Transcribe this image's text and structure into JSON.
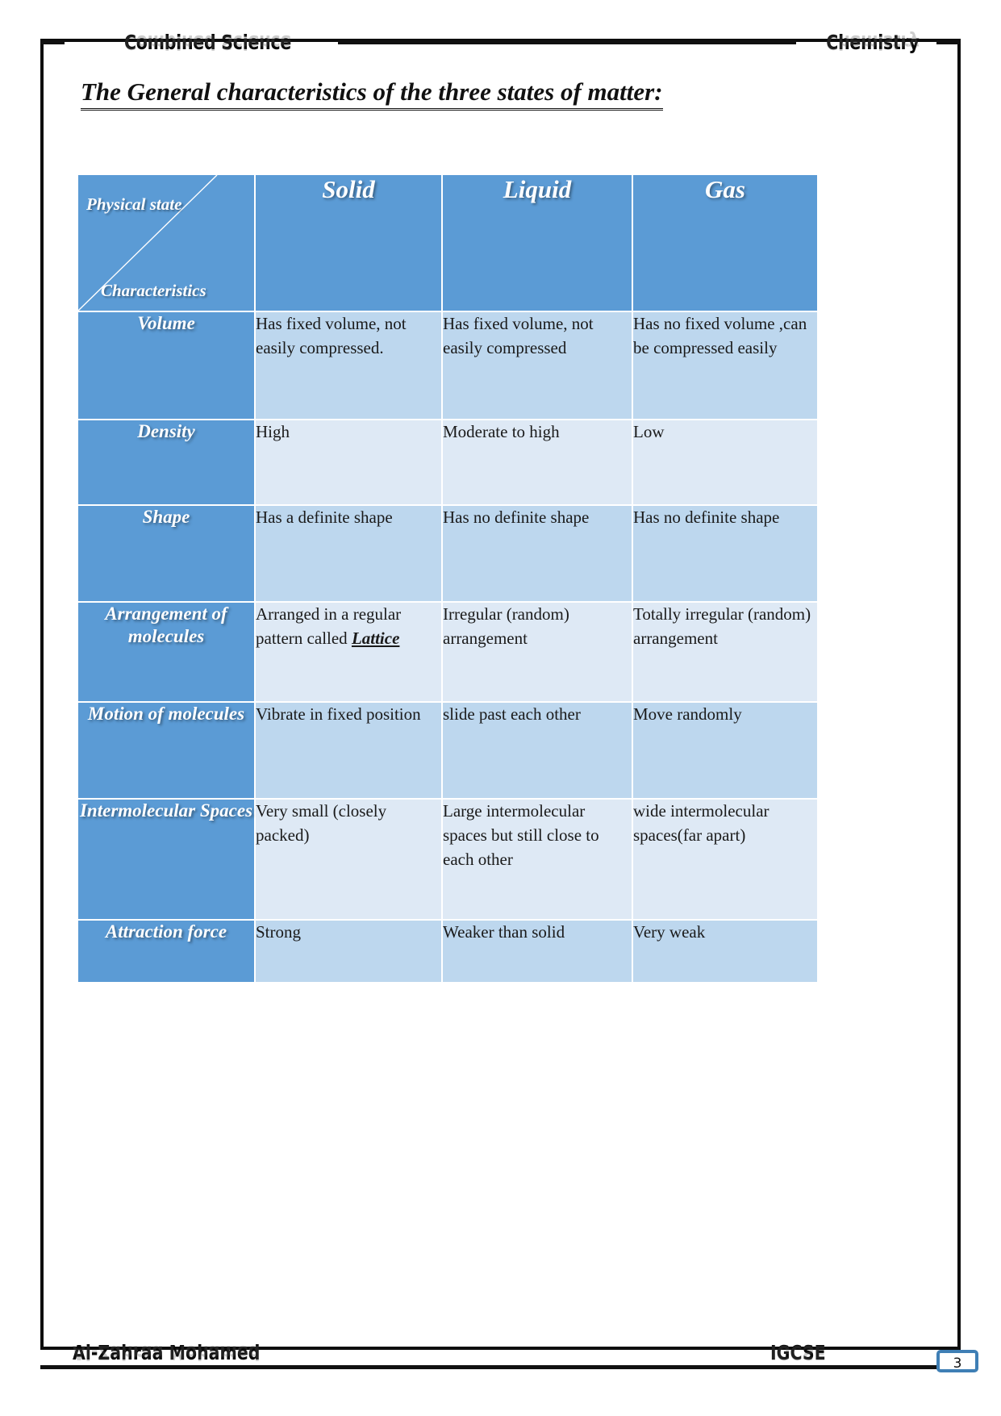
{
  "header": {
    "left": "Combined Science",
    "right": "Chemistry"
  },
  "title": "The General characteristics of the three states of matter:",
  "table": {
    "corner": {
      "top_label": "Physical state",
      "bottom_label": "Characteristics"
    },
    "columns": [
      "Solid",
      "Liquid",
      "Gas"
    ],
    "rows": [
      {
        "characteristic": "Volume",
        "solid": "Has fixed volume, not easily compressed.",
        "liquid": "Has fixed volume, not easily compressed",
        "gas": "Has no fixed volume ,can be compressed easily"
      },
      {
        "characteristic": "Density",
        "solid": "High",
        "liquid": "Moderate to high",
        "gas": "Low"
      },
      {
        "characteristic": "Shape",
        "solid": "Has a definite shape",
        "liquid": "Has no definite shape",
        "gas": "Has no definite shape"
      },
      {
        "characteristic": "Arrangement of molecules",
        "solid_prefix": "Arranged in a regular pattern called ",
        "solid_emphasis": "Lattice",
        "liquid": "Irregular (random) arrangement",
        "gas": "Totally irregular (random) arrangement"
      },
      {
        "characteristic": "Motion of molecules",
        "solid": "Vibrate in fixed position",
        "liquid": "slide past each other",
        "gas": "Move randomly"
      },
      {
        "characteristic": "Intermolecular Spaces",
        "solid": "Very small (closely packed)",
        "liquid": "Large intermolecular spaces but still close to each other",
        "gas": "wide intermolecular spaces(far apart)"
      },
      {
        "characteristic": "Attraction force",
        "solid": "Strong",
        "liquid": "Weaker than solid",
        "gas": "Very weak"
      }
    ]
  },
  "footer": {
    "author": "Al-Zahraa Mohamed",
    "course": "IGCSE",
    "page_number": "3"
  },
  "colors": {
    "header_blue": "#5b9bd5",
    "band_a": "#bdd7ee",
    "band_b": "#dee9f5",
    "page_number_border": "#3f7fb5",
    "rule_black": "#111111"
  }
}
